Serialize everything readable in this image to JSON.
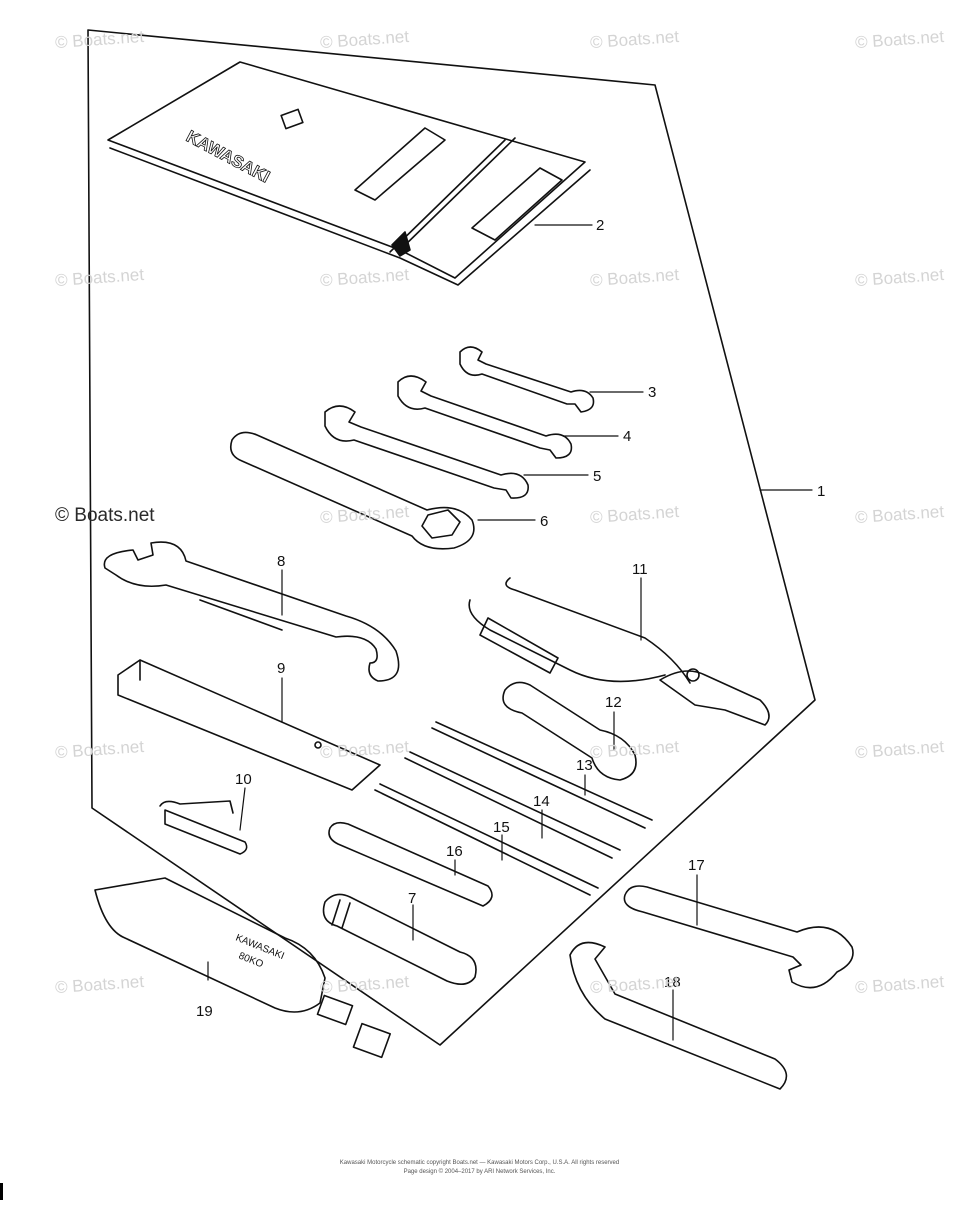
{
  "watermarks": {
    "text": "© Boats.net",
    "emphasized_text": "© Boats.net"
  },
  "callouts": [
    "1",
    "2",
    "3",
    "4",
    "5",
    "6",
    "7",
    "8",
    "9",
    "10",
    "11",
    "12",
    "13",
    "14",
    "15",
    "16",
    "17",
    "18",
    "19"
  ],
  "part_markings": {
    "pouch_logo": "KAWASAKI",
    "grease_gun_label_1": "KAWASAKI",
    "grease_gun_label_2": "80KO"
  },
  "footer": {
    "line1": "Kawasaki Motorcycle schematic copyright Boats.net — Kawasaki Motors Corp., U.S.A. All rights reserved",
    "line2": "Page design © 2004–2017 by ARI Network Services, Inc."
  },
  "colors": {
    "line": "#111111",
    "watermark": "#d4d4d4"
  }
}
